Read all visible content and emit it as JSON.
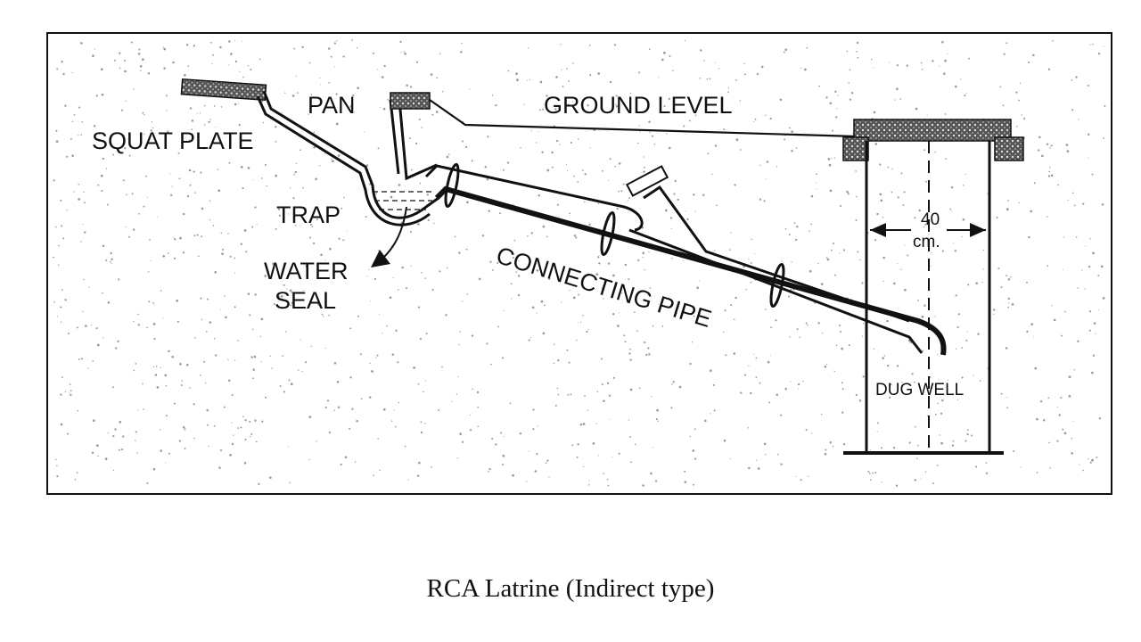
{
  "labels": {
    "squat_plate": "SQUAT PLATE",
    "pan": "PAN",
    "ground_level": "GROUND LEVEL",
    "trap": "TRAP",
    "water_seal_line1": "WATER",
    "water_seal_line2": "SEAL",
    "connecting_pipe": "CONNECTING PIPE",
    "dimension_value": "40",
    "dimension_unit": "cm.",
    "dug_well": "DUG WELL"
  },
  "caption": "RCA Latrine (Indirect type)"
}
